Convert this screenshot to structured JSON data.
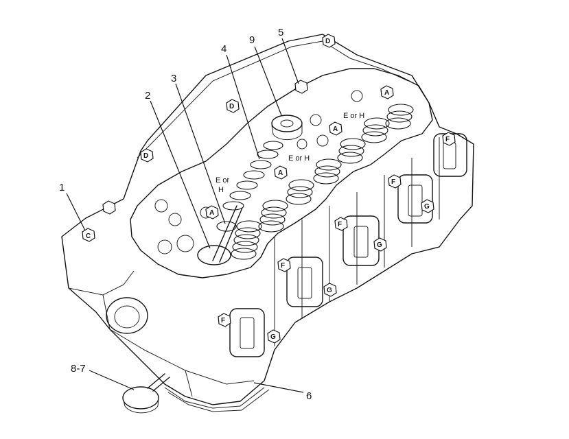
{
  "callouts": {
    "c1": "1",
    "c2": "2",
    "c3": "3",
    "c4": "4",
    "c5": "5",
    "c9": "9",
    "c6": "6",
    "c87": "8-7"
  },
  "bolt_letters": {
    "a": "A",
    "c": "C",
    "d": "D",
    "f": "F",
    "g": "G"
  },
  "notes": {
    "e_or_h": "E or H",
    "e_or": "E or",
    "h": "H"
  }
}
